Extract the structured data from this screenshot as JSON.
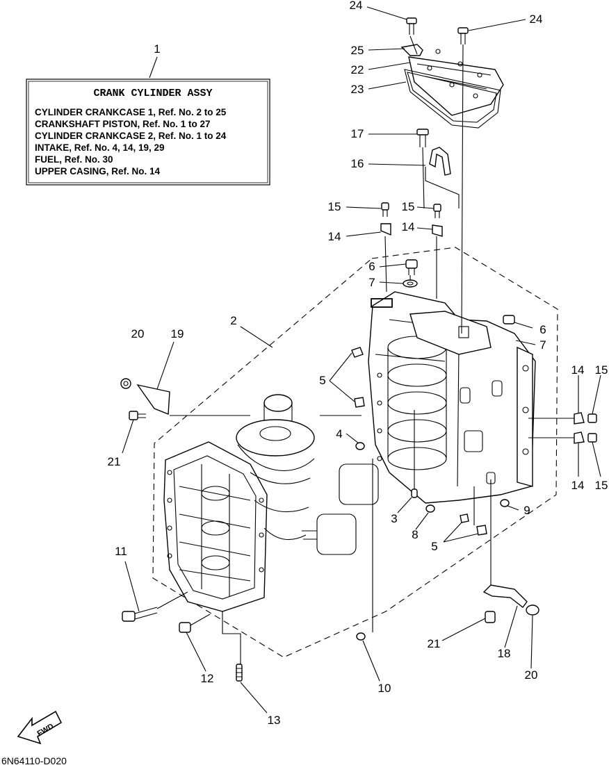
{
  "assembly_box": {
    "ref": "1",
    "title": "CRANK CYLINDER ASSY",
    "lines": [
      "CYLINDER CRANKCASE 1,  Ref. No. 2 to 25",
      "CRANKSHAFT PISTON,  Ref. No. 1 to 27",
      "CYLINDER CRANKCASE 2,  Ref. No. 1 to 24",
      "INTAKE,   Ref. No. 4, 14, 19, 29",
      "FUEL,  Ref. No. 30",
      "UPPER CASING,  Ref. No. 14"
    ]
  },
  "callouts": {
    "c24a": "24",
    "c24b": "24",
    "c25": "25",
    "c22": "22",
    "c23": "23",
    "c17": "17",
    "c16": "16",
    "c15a": "15",
    "c15b": "15",
    "c14a": "14",
    "c14b": "14",
    "c6a": "6",
    "c7a": "7",
    "c6b": "6",
    "c7b": "7",
    "c2": "2",
    "c20a": "20",
    "c19": "19",
    "c5a": "5",
    "c4": "4",
    "c14c": "14",
    "c15c": "15",
    "c14d": "14",
    "c15d": "15",
    "c21a": "21",
    "c3": "3",
    "c8": "8",
    "c9": "9",
    "c5b": "5",
    "c11": "11",
    "c21b": "21",
    "c18": "18",
    "c20b": "20",
    "c12": "12",
    "c10": "10",
    "c13": "13"
  },
  "fwd_label": "FWD",
  "drawing_code": "6N64110-D020"
}
